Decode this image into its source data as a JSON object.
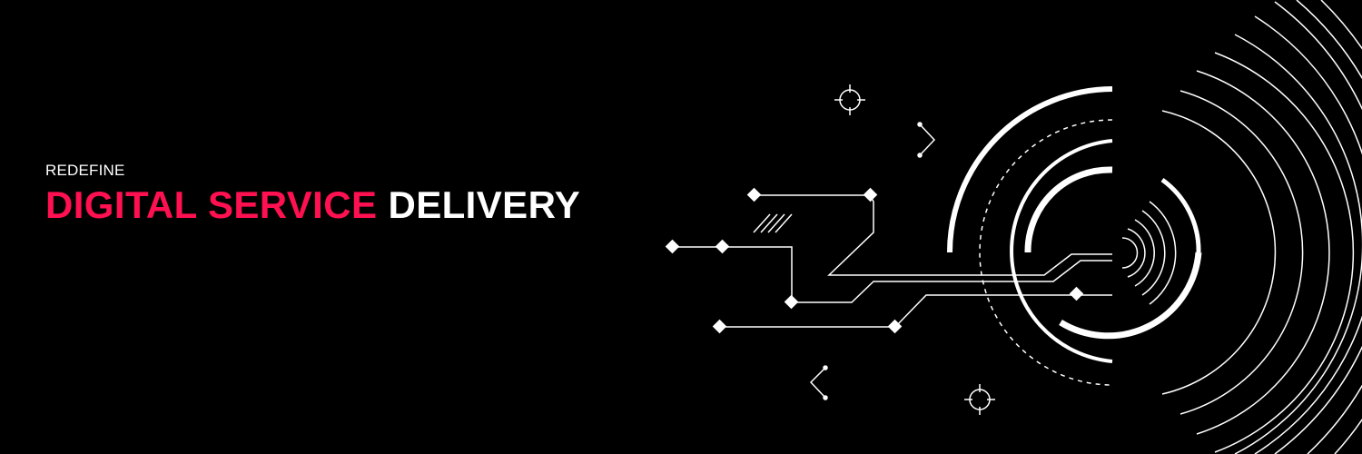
{
  "banner": {
    "eyebrow": "REDEFINE",
    "title_accent": "DIGITAL SERVICE",
    "title_plain": " DELIVERY"
  },
  "colors": {
    "background": "#000000",
    "accent": "#ff1050",
    "foreground": "#ffffff"
  },
  "graphic": {
    "icons": [
      "crosshair-icon",
      "chevron-icon",
      "circuit-lines",
      "radar-rings"
    ]
  }
}
